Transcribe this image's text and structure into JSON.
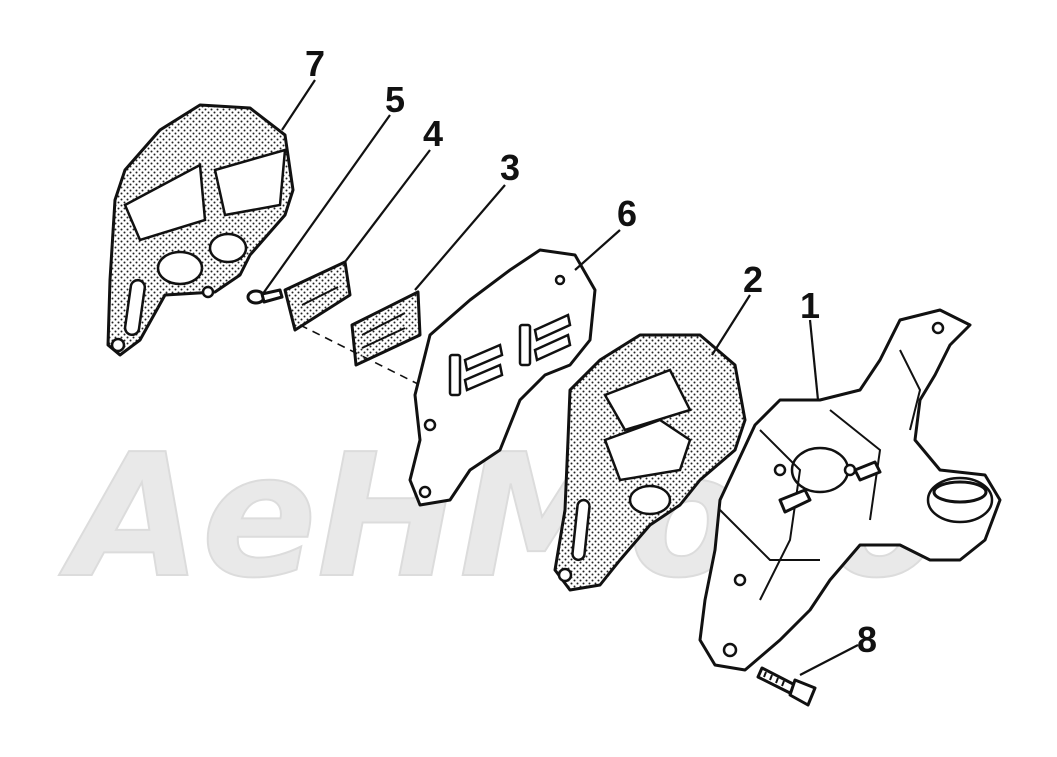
{
  "diagram": {
    "callouts": [
      "1",
      "2",
      "3",
      "4",
      "5",
      "6",
      "7",
      "8"
    ],
    "watermark": "AeHMoto"
  },
  "colors": {
    "ink": "#111111",
    "watermark": "#e9e9e9",
    "background": "#ffffff"
  }
}
